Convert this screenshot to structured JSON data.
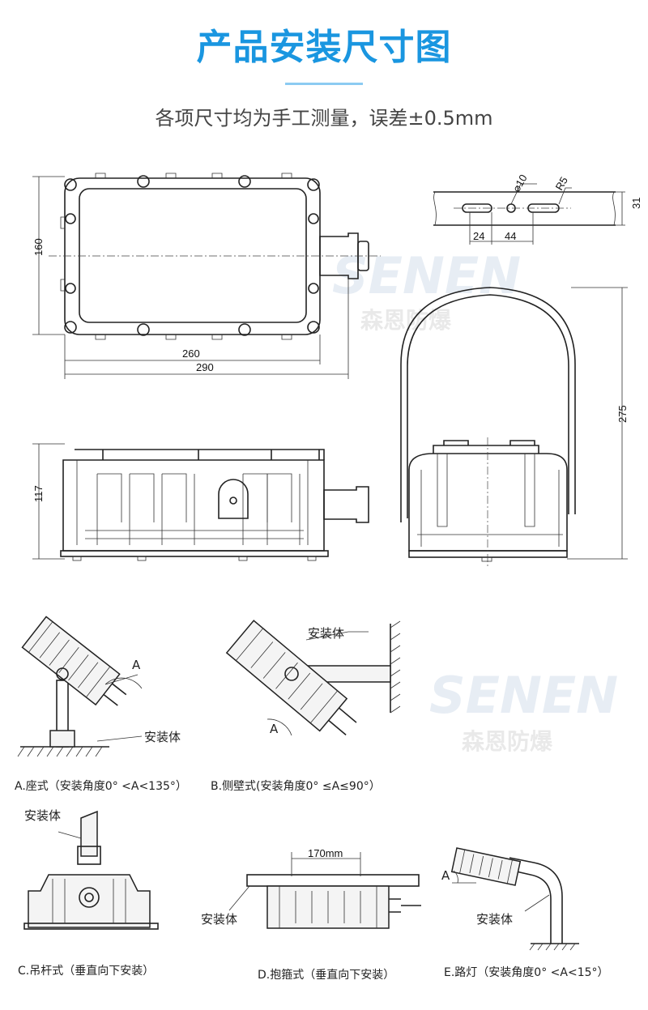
{
  "header": {
    "title": "产品安装尺寸图",
    "subtitle": "各项尺寸均为手工测量，误差±0.5mm"
  },
  "colors": {
    "accent": "#1a96e0",
    "rule": "#8ccbf2"
  },
  "watermark": {
    "brand": "SENEN",
    "name": "森恩防爆"
  },
  "dimensions": {
    "height_top": "160",
    "inner_length": "260",
    "outer_length": "290",
    "hole_dia": "⌀10",
    "slot_radius": "R5",
    "slot_24": "24",
    "slot_44": "44",
    "band_width": "31",
    "bracket_height": "275",
    "side_height": "117",
    "clamp_span": "170mm"
  },
  "installs": {
    "angle_label": "A",
    "mount_label": "安装体",
    "captions": {
      "a": "A.座式（安装角度0°  <A<135°）",
      "b": "B.侧壁式(安装角度0°  ≤A≤90°）",
      "c": "C.吊杆式（垂直向下安装）",
      "d": "D.抱箍式（垂直向下安装）",
      "e": "E.路灯（安装角度0°  <A<15°）"
    }
  }
}
